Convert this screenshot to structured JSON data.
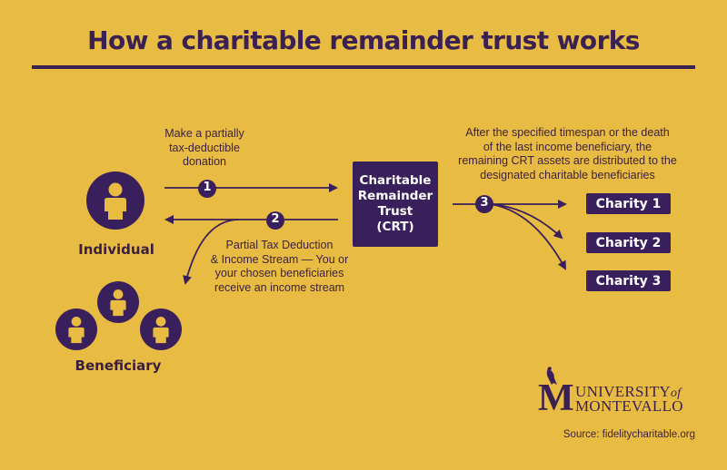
{
  "title": "How a charitable remainder trust works",
  "colors": {
    "background": "#E8BC42",
    "primary_purple": "#3A1F5D",
    "text_dark": "#3B1F3F",
    "icon_fill": "#E8BC42"
  },
  "nodes": {
    "individual": {
      "label": "Individual",
      "icon": "person-icon"
    },
    "beneficiary": {
      "label": "Beneficiary",
      "icon": "person-group-icon"
    },
    "crt": {
      "lines": [
        "Charitable",
        "Remainder",
        "Trust",
        "(CRT)"
      ]
    },
    "charities": [
      {
        "label": "Charity 1"
      },
      {
        "label": "Charity 2"
      },
      {
        "label": "Charity 3"
      }
    ]
  },
  "steps": [
    {
      "number": "1",
      "caption": [
        "Make a partially",
        "tax-deductible",
        "donation"
      ]
    },
    {
      "number": "2",
      "caption": [
        "Partial Tax Deduction",
        "& Income Stream — You or",
        "your chosen beneficiaries",
        "receive an income stream"
      ]
    },
    {
      "number": "3",
      "caption": [
        "After the specified timespan or the death",
        "of the last income beneficiary, the",
        "remaining CRT assets are distributed to the",
        "designated charitable beneficiaries"
      ]
    }
  ],
  "logo": {
    "line1": "UNIVERSITY",
    "of": "of",
    "line2": "MONTEVALLO",
    "monogram": "M"
  },
  "source": "Source: fidelitycharitable.org"
}
